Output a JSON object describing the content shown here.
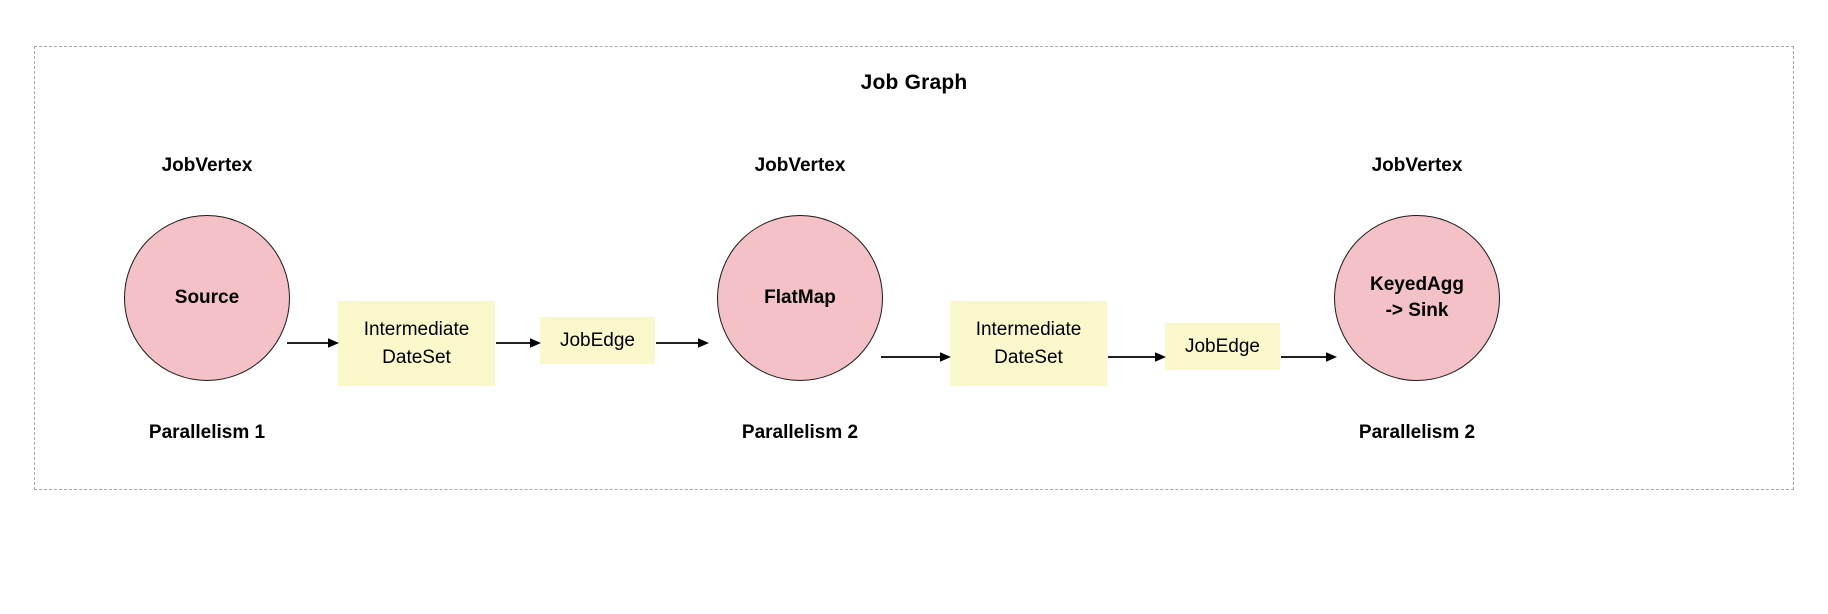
{
  "diagram": {
    "title": "Job Graph",
    "frame_style": "dashed",
    "colors": {
      "vertex_fill": "#f4c2c6",
      "vertex_stroke": "#1a1a1a",
      "dataset_fill": "#fbf8cc",
      "frame_border": "#a8a8a8",
      "text": "#000000",
      "arrow": "#000000"
    },
    "vertices": [
      {
        "caption": "JobVertex",
        "label": "Source",
        "parallelism": "Parallelism 1"
      },
      {
        "caption": "JobVertex",
        "label": "FlatMap",
        "parallelism": "Parallelism 2"
      },
      {
        "caption": "JobVertex",
        "label": "KeyedAgg\n-> Sink",
        "parallelism": "Parallelism 2"
      }
    ],
    "datasets": [
      {
        "label": "Intermediate\nDateSet"
      },
      {
        "label": "Intermediate\nDateSet"
      }
    ],
    "edges": [
      {
        "label": "JobEdge"
      },
      {
        "label": "JobEdge"
      }
    ],
    "connectors": [
      {
        "from": "Source",
        "to": "IntermediateDateSet-1"
      },
      {
        "from": "IntermediateDateSet-1",
        "to": "JobEdge-1"
      },
      {
        "from": "JobEdge-1",
        "to": "FlatMap"
      },
      {
        "from": "FlatMap",
        "to": "IntermediateDateSet-2"
      },
      {
        "from": "IntermediateDateSet-2",
        "to": "JobEdge-2"
      },
      {
        "from": "JobEdge-2",
        "to": "KeyedAgg -> Sink"
      }
    ]
  }
}
